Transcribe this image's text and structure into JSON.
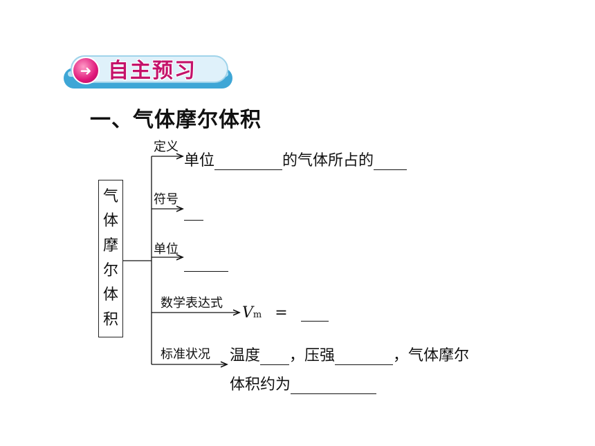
{
  "banner": {
    "title": "自主预习",
    "arrow_icon": "right-arrow-icon"
  },
  "section_title": "一、气体摩尔体积",
  "vertical_label": [
    "气",
    "体",
    "摩",
    "尔",
    "体",
    "积"
  ],
  "branches": {
    "definition": {
      "label": "定义",
      "text_a": "单位",
      "text_b": "的气体所占的"
    },
    "symbol": {
      "label": "符号"
    },
    "unit": {
      "label": "单位"
    },
    "expression": {
      "label": "数学表达式",
      "formula_v": "V",
      "formula_sub": "m",
      "formula_eq": "="
    },
    "standard": {
      "label": "标准状况",
      "text_temp": "温度",
      "text_pressure": "，压强",
      "text_molar": "，气体摩尔",
      "text_line2": "体积约为"
    }
  }
}
